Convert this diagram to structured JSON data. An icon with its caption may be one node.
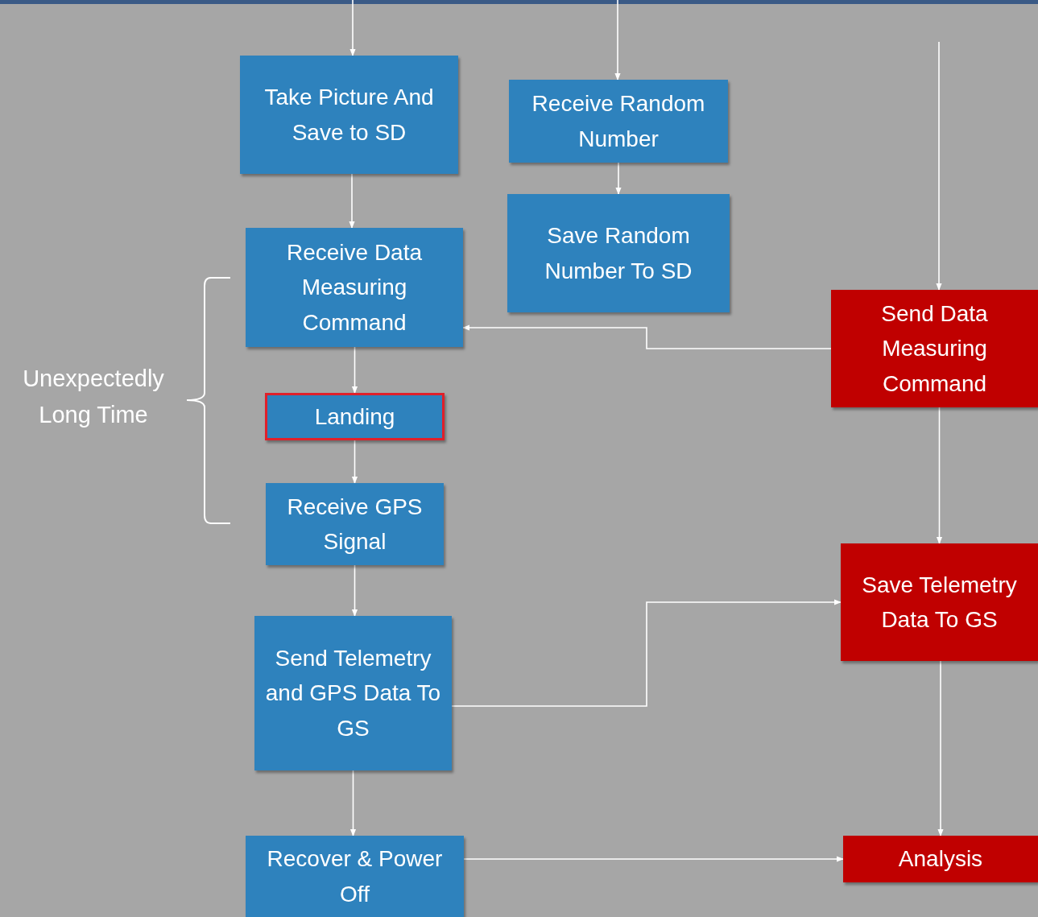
{
  "diagram": {
    "nodes": [
      {
        "text": [
          "Take Picture And Save to SD"
        ]
      },
      {
        "text": [
          "Receive Random Number"
        ]
      },
      {
        "text": [
          "Save Random Number To SD"
        ]
      },
      {
        "text": [
          "Receive Data Measuring Command"
        ]
      },
      {
        "text": [
          "Send Data Measuring Command"
        ]
      },
      {
        "text": [
          "Landing"
        ]
      },
      {
        "text": [
          "Receive GPS Signal"
        ]
      },
      {
        "text": [
          "Save Telemetry Data To GS"
        ]
      },
      {
        "text": [
          "Send Telemetry and GPS Data To GS"
        ]
      },
      {
        "text": [
          "Recover & Power Off"
        ]
      },
      {
        "text": [
          "Analysis"
        ]
      }
    ],
    "edges": [
      {
        "from": null,
        "to": 0,
        "arrow": "to"
      },
      {
        "from": null,
        "to": 1,
        "arrow": "to"
      },
      {
        "from": 1,
        "to": 2,
        "arrow": "to"
      },
      {
        "from": 0,
        "to": 3,
        "arrow": "to"
      },
      {
        "from": null,
        "to": 4,
        "arrow": "to"
      },
      {
        "from": 4,
        "to": 3,
        "arrow": "to"
      },
      {
        "from": 3,
        "to": 5,
        "arrow": "to"
      },
      {
        "from": 5,
        "to": 6,
        "arrow": "to"
      },
      {
        "from": 6,
        "to": 8,
        "arrow": "to"
      },
      {
        "from": 8,
        "to": 7,
        "arrow": "to"
      },
      {
        "from": 4,
        "to": 7,
        "arrow": "to"
      },
      {
        "from": 7,
        "to": 10,
        "arrow": "to"
      },
      {
        "from": 8,
        "to": 9,
        "arrow": "to"
      },
      {
        "from": 9,
        "to": 10,
        "arrow": "to"
      }
    ],
    "labels": [
      "Unexpectedly Long Time"
    ]
  }
}
